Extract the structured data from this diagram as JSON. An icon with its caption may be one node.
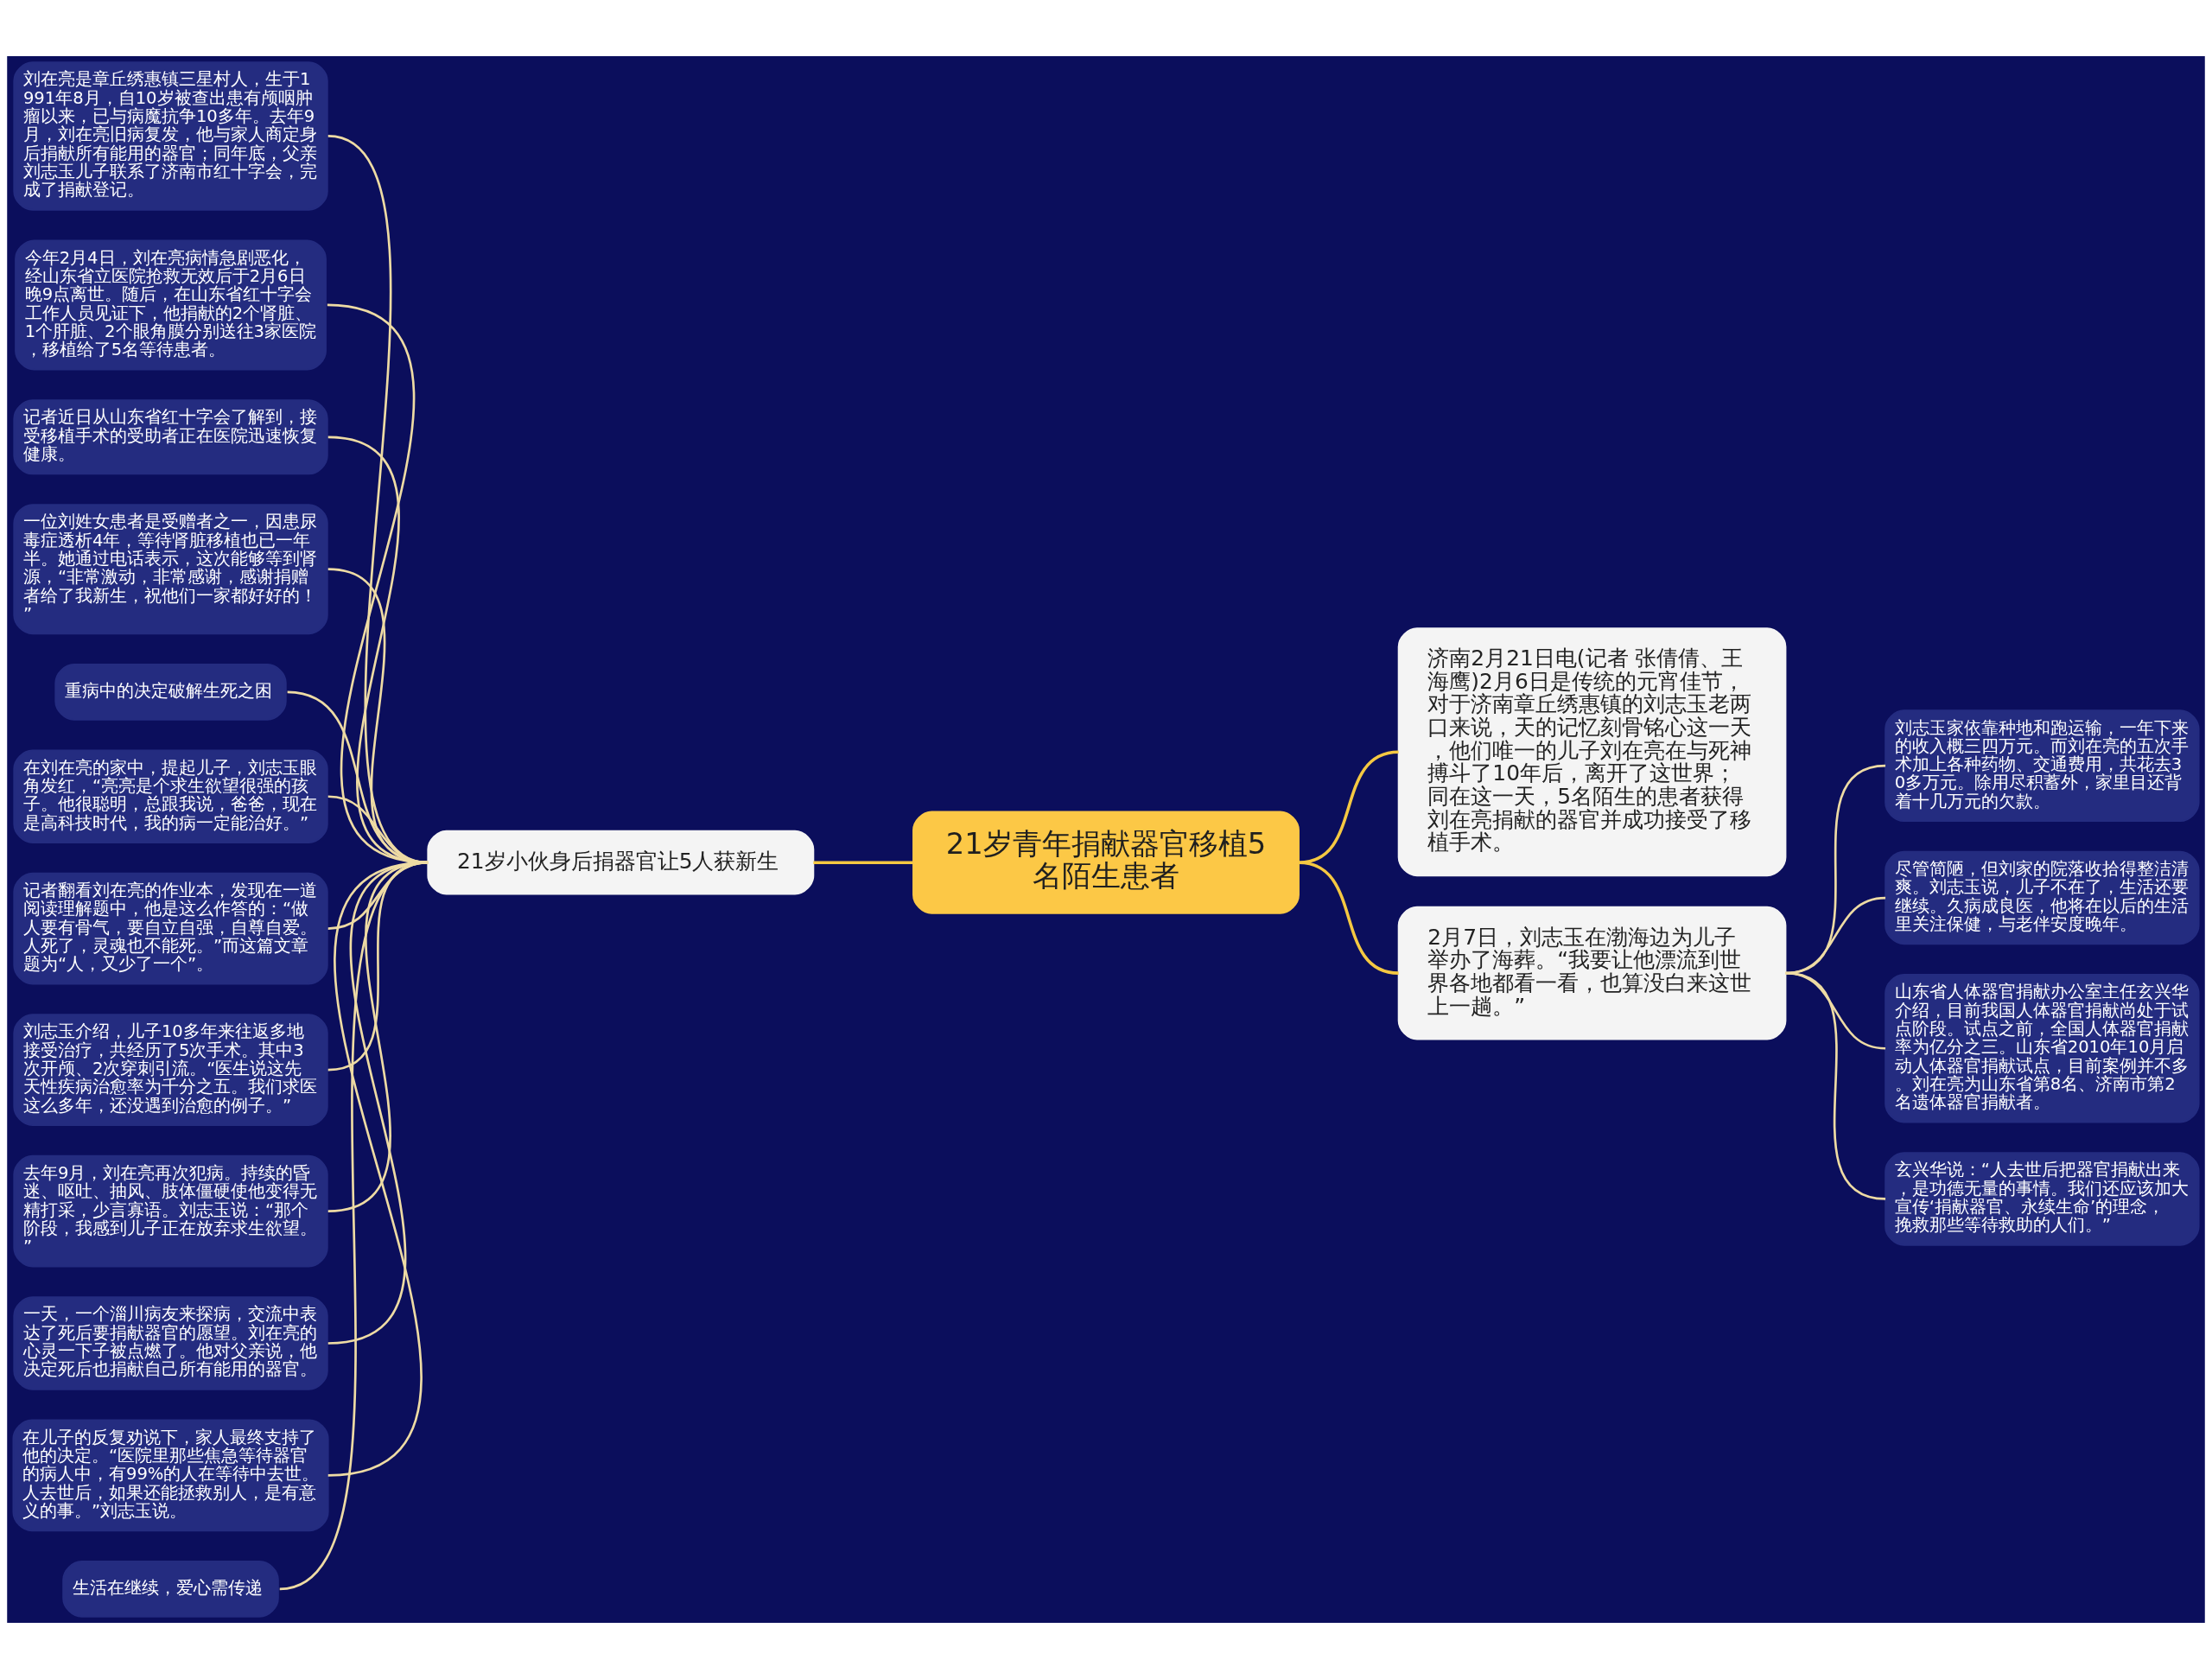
{
  "diagram": {
    "nodes": [
      {
        "text": [
          "21岁青年捐献器官移植5名陌生患者"
        ]
      },
      {
        "text": [
          "济南2月21日电(记者 张倩倩、王海鹰)2月6日是传统的元宵佳节，对于济南章丘绣惠镇的刘志玉老两口来说，天的记忆刻骨铭心这一天，他们唯一的儿子刘在亮在与死神搏斗了10年后，离开了这世界；同在这一天，5名陌生的患者获得刘在亮捐献的器官并成功接受了移植手术。"
        ]
      },
      {
        "text": [
          "21岁小伙身后捐器官让5人获新生"
        ]
      },
      {
        "text": [
          "2月7日，刘志玉在渤海边为儿子举办了海葬。“我要让他漂流到世界各地都看一看，也算没白来这世上一趟。”"
        ]
      },
      {
        "text": [
          "刘在亮是章丘绣惠镇三星村人，生于1991年8月，自10岁被查出患有颅咽肿瘤以来，已与病魔抗争10多年。去年9月，刘在亮旧病复发，他与家人商定身后捐献所有能用的器官；同年底，父亲刘志玉儿子联系了济南市红十字会，完成了捐献登记。"
        ]
      },
      {
        "text": [
          "今年2月4日，刘在亮病情急剧恶化，经山东省立医院抢救无效后于2月6日晚9点离世。随后，在山东省红十字会工作人员见证下，他捐献的2个肾脏、1个肝脏、2个眼角膜分别送往3家医院，移植给了5名等待患者。"
        ]
      },
      {
        "text": [
          "记者近日从山东省红十字会了解到，接受移植手术的受助者正在医院迅速恢复健康。"
        ]
      },
      {
        "text": [
          "一位刘姓女患者是受赠者之一，因患尿毒症透析4年，等待肾脏移植也已一年半。她通过电话表示，这次能够等到肾源，“非常激动，非常感谢，感谢捐赠者给了我新生，祝他们一家都好好的！”"
        ]
      },
      {
        "text": [
          "重病中的决定破解生死之困"
        ]
      },
      {
        "text": [
          "在刘在亮的家中，提起儿子，刘志玉眼角发红，“亮亮是个求生欲望很强的孩子。他很聪明，总跟我说，爸爸，现在是高科技时代，我的病一定能治好。”"
        ]
      },
      {
        "text": [
          "记者翻看刘在亮的作业本，发现在一道阅读理解题中，他是这么作答的：“做人要有骨气，要自立自强，自尊自爱。人死了，灵魂也不能死。”而这篇文章题为“人，又少了一个”。"
        ]
      },
      {
        "text": [
          "刘志玉介绍，儿子10多年来往返多地接受治疗，共经历了5次手术。其中3次开颅、2次穿刺引流。“医生说这先天性疾病治愈率为千分之五。我们求医这么多年，还没遇到治愈的例子。”"
        ]
      },
      {
        "text": [
          "去年9月，刘在亮再次犯病。持续的昏迷、呕吐、抽风、肢体僵硬使他变得无精打采，少言寡语。刘志玉说：“那个阶段，我感到儿子正在放弃求生欲望。”"
        ]
      },
      {
        "text": [
          "一天，一个淄川病友来探病，交流中表达了死后要捐献器官的愿望。刘在亮的心灵一下子被点燃了。他对父亲说，他决定死后也捐献自己所有能用的器官。"
        ]
      },
      {
        "text": [
          "在儿子的反复劝说下，家人最终支持了他的决定。“医院里那些焦急等待器官的病人中，有99%的人在等待中去世。人去世后，如果还能拯救别人，是有意义的事。”刘志玉说。"
        ]
      },
      {
        "text": [
          "生活在继续，爱心需传递"
        ]
      },
      {
        "text": [
          "刘志玉家依靠种地和跑运输，一年下来的收入概三四万元。而刘在亮的五次手术加上各种药物、交通费用，共花去30多万元。除用尽积蓄外，家里目还背着十几万元的欠款。"
        ]
      },
      {
        "text": [
          "尽管简陋，但刘家的院落收拾得整洁清爽。刘志玉说，儿子不在了，生活还要继续。久病成良医，他将在以后的生活里关注保健，与老伴安度晚年。"
        ]
      },
      {
        "text": [
          "山东省人体器官捐献办公室主任玄兴华介绍，目前我国人体器官捐献尚处于试点阶段。试点之前，全国人体器官捐献率为亿分之三。山东省2010年10月启动人体器官捐献试点，目前案例并不多。刘在亮为山东省第8名、济南市第2名遗体器官捐献者。"
        ]
      },
      {
        "text": [
          "玄兴华说：“人去世后把器官捐献出来，是功德无量的事情。我们还应该加大宣传‘捐献器官、永续生命’的理念，挽救那些等待救助的人们。”"
        ]
      }
    ],
    "edges": [
      {
        "from": 0,
        "to": 1,
        "arrow": "none",
        "color": "#f5c842"
      },
      {
        "from": 0,
        "to": 2,
        "arrow": "none",
        "color": "#f5c842"
      },
      {
        "from": 0,
        "to": 3,
        "arrow": "none",
        "color": "#f5c842"
      },
      {
        "from": 2,
        "to": 4,
        "arrow": "none"
      },
      {
        "from": 2,
        "to": 5,
        "arrow": "none"
      },
      {
        "from": 2,
        "to": 6,
        "arrow": "none"
      },
      {
        "from": 2,
        "to": 7,
        "arrow": "none"
      },
      {
        "from": 2,
        "to": 8,
        "arrow": "none"
      },
      {
        "from": 2,
        "to": 9,
        "arrow": "none"
      },
      {
        "from": 2,
        "to": 10,
        "arrow": "none"
      },
      {
        "from": 2,
        "to": 11,
        "arrow": "none"
      },
      {
        "from": 2,
        "to": 12,
        "arrow": "none"
      },
      {
        "from": 2,
        "to": 13,
        "arrow": "none"
      },
      {
        "from": 2,
        "to": 14,
        "arrow": "none"
      },
      {
        "from": 2,
        "to": 15,
        "arrow": "none"
      },
      {
        "from": 3,
        "to": 16,
        "arrow": "none"
      },
      {
        "from": 3,
        "to": 17,
        "arrow": "none"
      },
      {
        "from": 3,
        "to": 18,
        "arrow": "none"
      },
      {
        "from": 3,
        "to": 19,
        "arrow": "none"
      }
    ]
  }
}
